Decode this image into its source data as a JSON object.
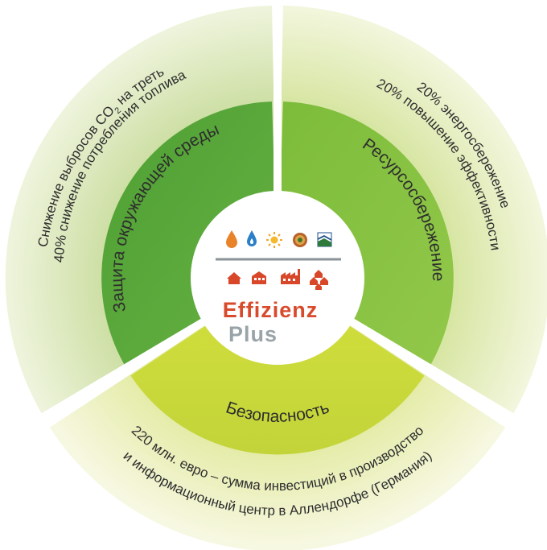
{
  "center": {
    "brand_line1": "Effizienz",
    "brand_line2": "Plus",
    "brand_color1": "#d84a2c",
    "brand_color2": "#9aa4a8",
    "top_icons": [
      "oil-drop-icon",
      "gas-flame-icon",
      "sun-icon",
      "biomass-icon",
      "heat-pump-icon"
    ],
    "bottom_icons": [
      "house-icon",
      "apartment-icon",
      "factory-icon",
      "district-icon"
    ]
  },
  "segments": {
    "environment": {
      "title": "Защита окружающей среды",
      "line1_prefix": "Снижение выбросов CO",
      "line1_sub": "2",
      "line1_suffix": " на треть",
      "line2": "40% снижение потребления топлива"
    },
    "resources": {
      "title": "Ресурсосбережение",
      "line1": "20% энергосбережение",
      "line2": "20% повышение эффективности"
    },
    "security": {
      "title": "Безопасность",
      "line1": "220 млн. евро – сумма инвестиций в производство",
      "line2": "и информационный центр в Аллендорфе (Германия)"
    }
  },
  "colors": {
    "environment_inner": "#5fae3c",
    "resources_inner": "#8cc43e",
    "security_inner": "#cfdc3a",
    "outer_ring": "#e8f0d2"
  }
}
